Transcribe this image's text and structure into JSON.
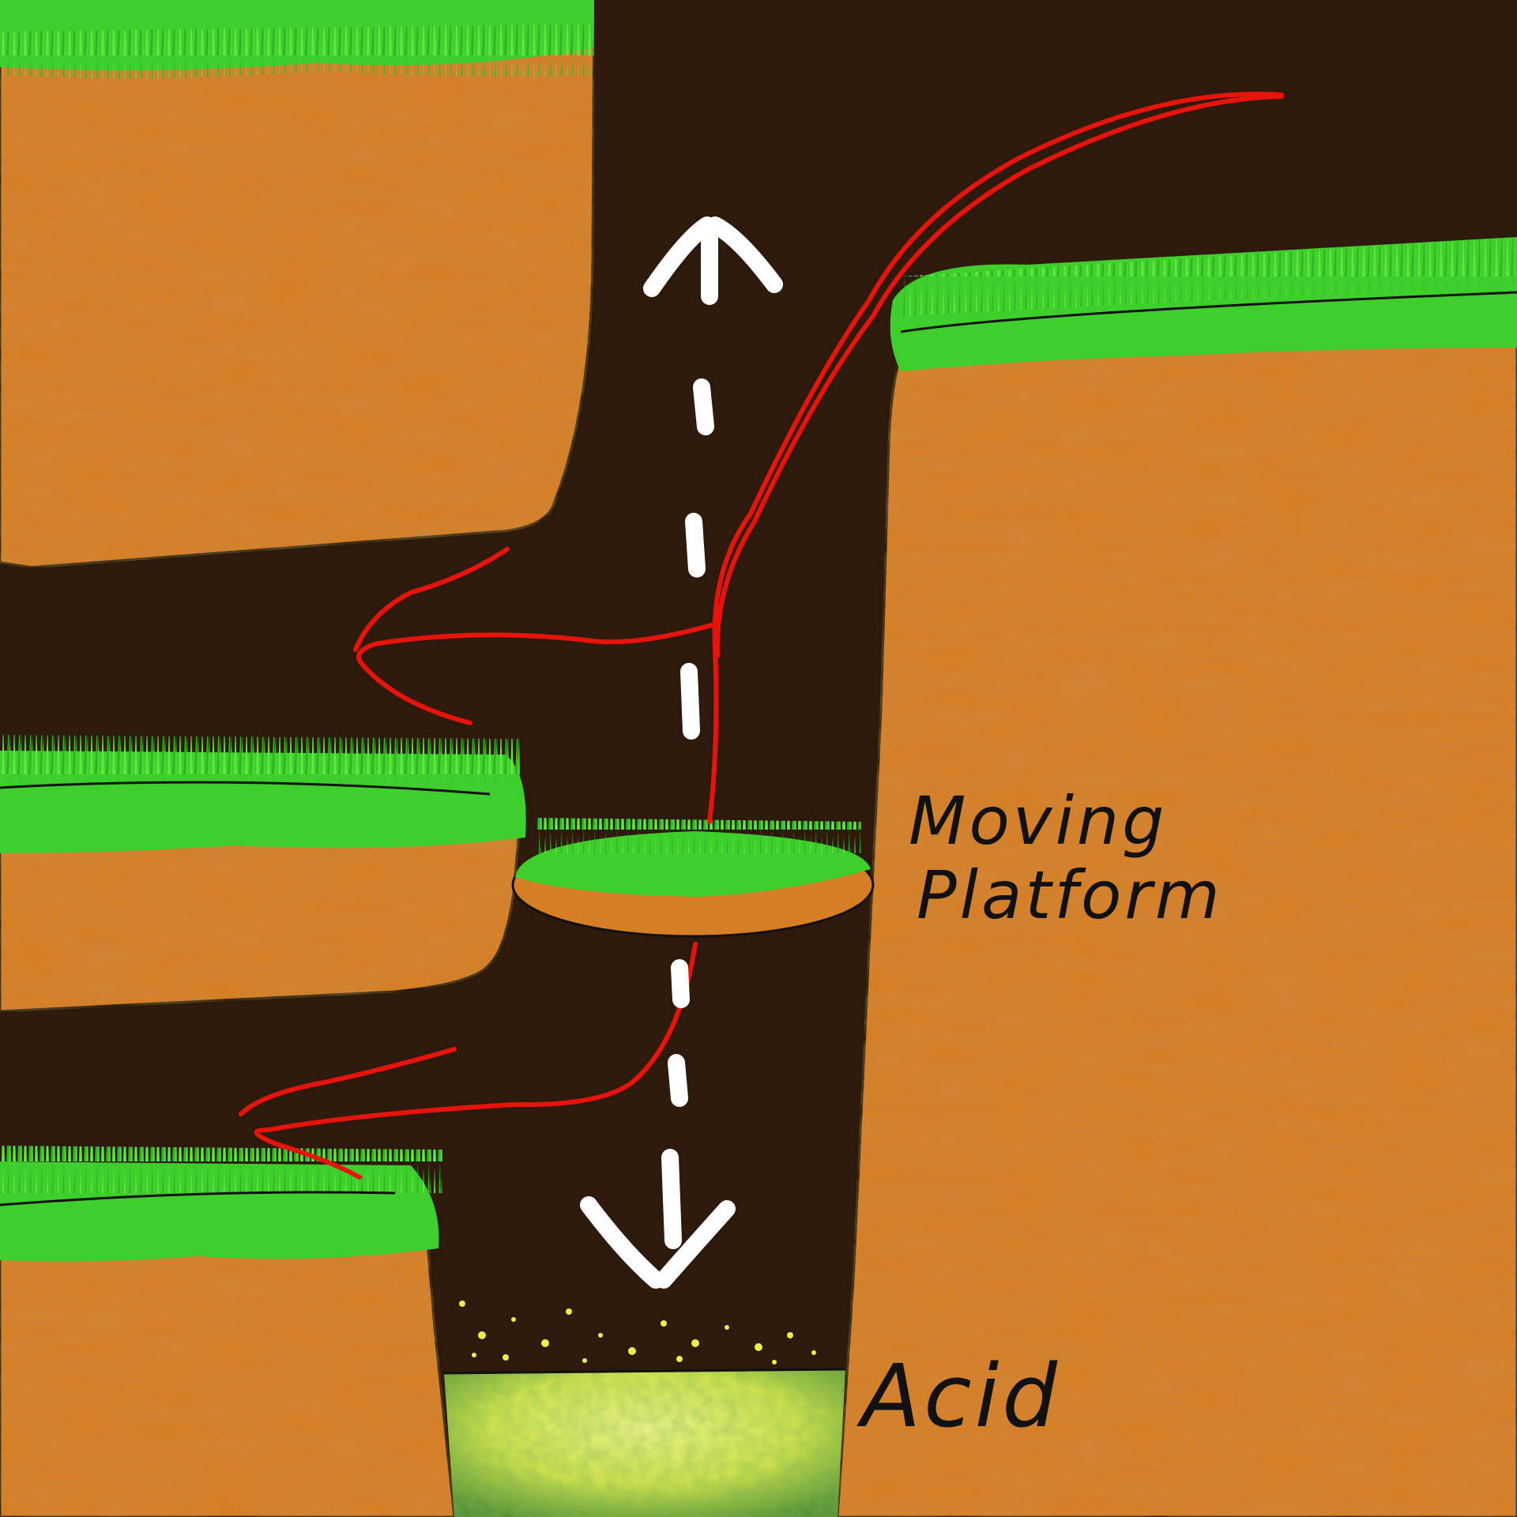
{
  "labels": {
    "moving_platform_line1": "Moving",
    "moving_platform_line2": "Platform",
    "acid": "Acid"
  },
  "colors": {
    "background_cave": "#2d1a0c",
    "dirt": "#d57e25",
    "grass": "#3fcf2c",
    "grass_dark": "#27a51a",
    "path": "#e8140c",
    "arrow": "#ffffff",
    "acid": "#e3f25a",
    "acid_dark": "#3f7a25",
    "outline": "#111111"
  },
  "icons": {
    "up_arrow": "arrow-up-icon",
    "down_arrow": "arrow-down-icon"
  }
}
